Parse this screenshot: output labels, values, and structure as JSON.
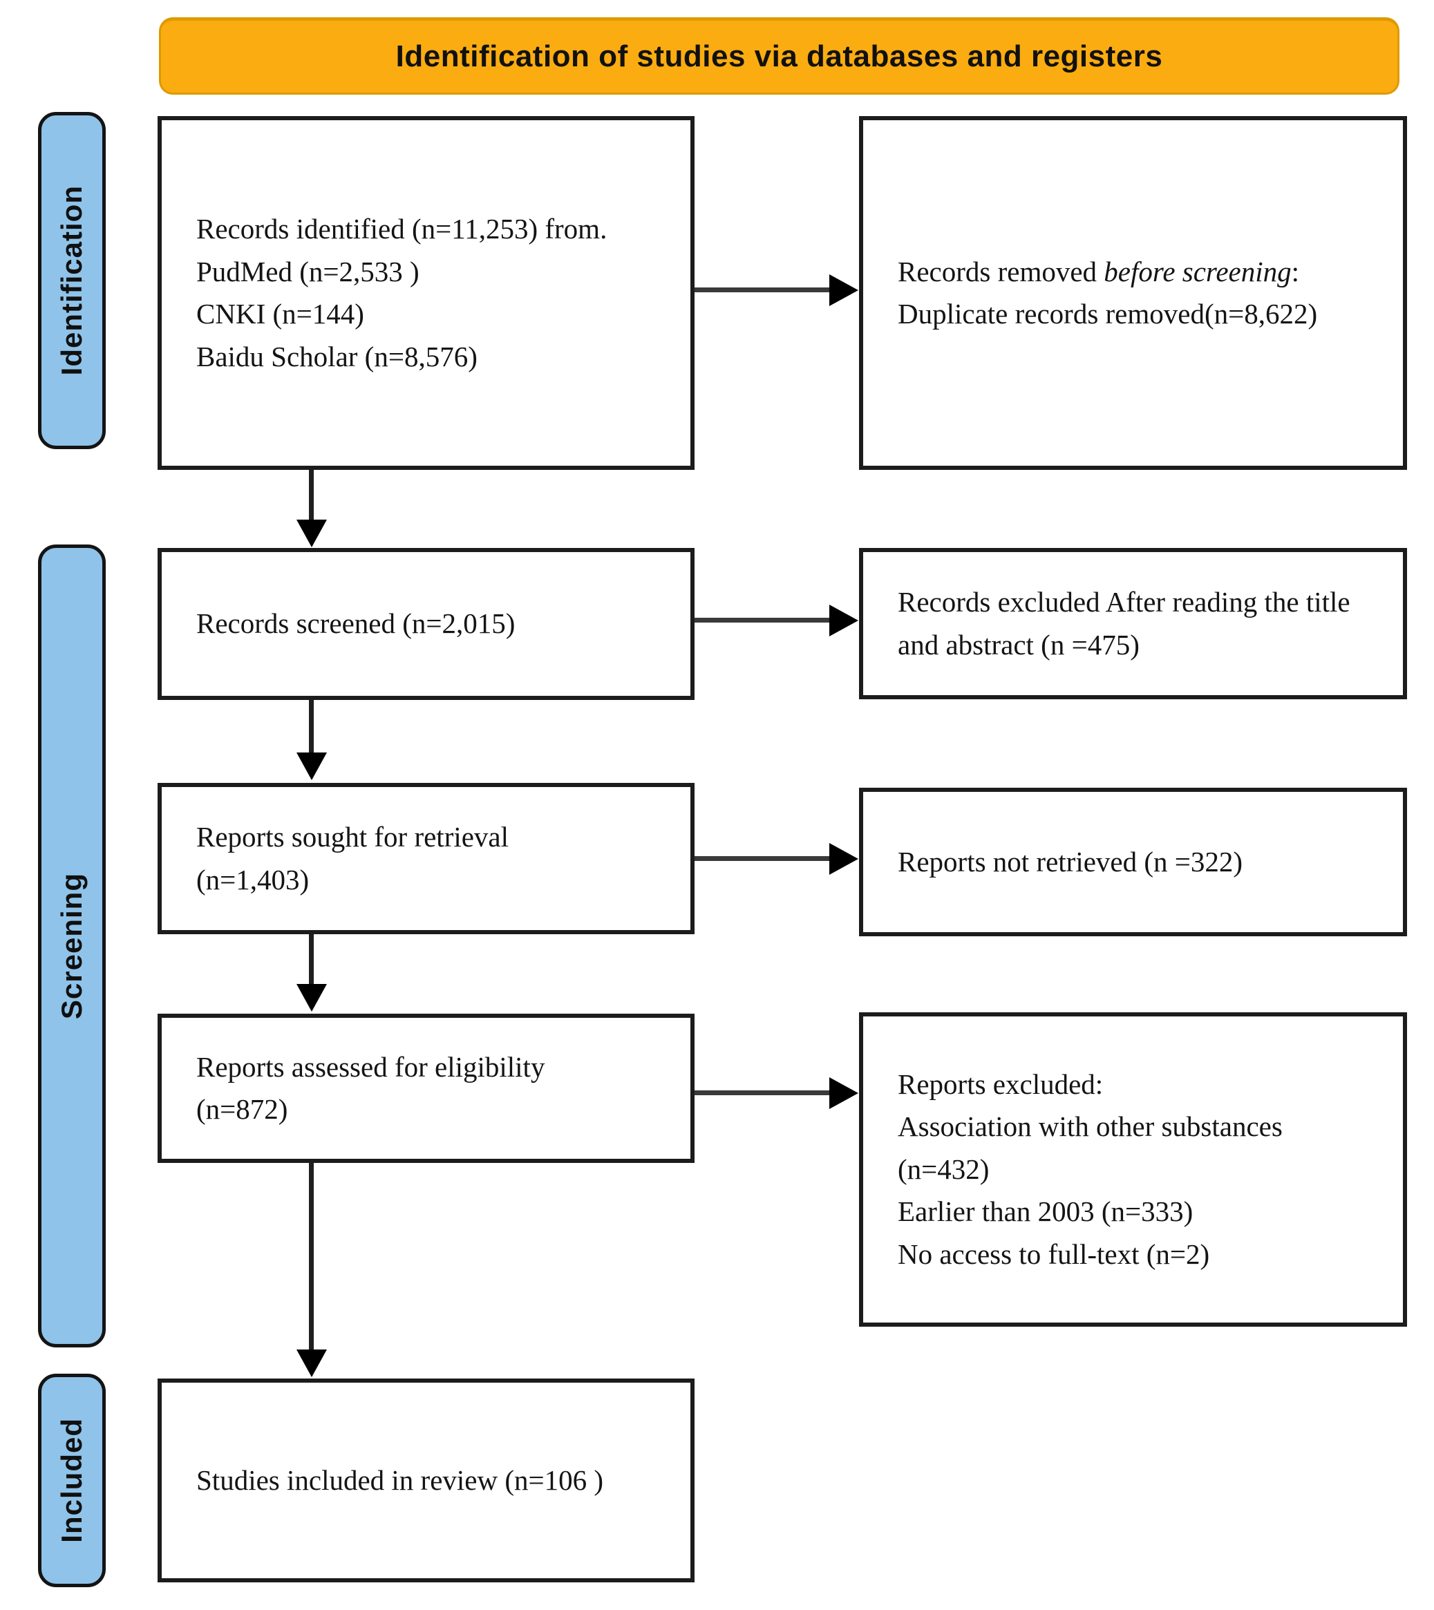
{
  "title": "Identification of studies via databases and registers",
  "stages": {
    "identification": "Identification",
    "screening": "Screening",
    "included": "Included"
  },
  "boxes": {
    "records_identified": {
      "lines": [
        "Records identified (n=11,253)  from.",
        "PudMed (n=2,533 )",
        "CNKI (n=144)",
        "Baidu Scholar (n=8,576)"
      ]
    },
    "records_removed": {
      "line1_prefix": "Records removed ",
      "line1_italic": "before screening",
      "line1_suffix": ":",
      "line2": "Duplicate records removed(n=8,622)"
    },
    "records_screened": {
      "text": "Records screened (n=2,015)"
    },
    "records_excluded": {
      "text": "Records excluded After reading the title and abstract (n =475)"
    },
    "reports_sought": {
      "line1": "Reports sought for retrieval",
      "line2": "(n=1,403)"
    },
    "reports_not_retrieved": {
      "text": "Reports not retrieved (n =322)"
    },
    "reports_assessed": {
      "line1": "Reports assessed for eligibility",
      "line2": "(n=872)"
    },
    "reports_excluded": {
      "lines": [
        "Reports excluded:",
        "Association with other substances",
        "(n=432)",
        "Earlier than 2003 (n=333)",
        "No access to full-text (n=2)"
      ]
    },
    "studies_included": {
      "text": "Studies included in review (n=106 )"
    }
  },
  "colors": {
    "banner_bg": "#FBAC11",
    "banner_border": "#DE9A00",
    "stage_bg": "#8FC3E9",
    "box_border": "#1c1c1c",
    "arrow_shaft": "#3a3a3a",
    "arrow_head": "#000000"
  }
}
